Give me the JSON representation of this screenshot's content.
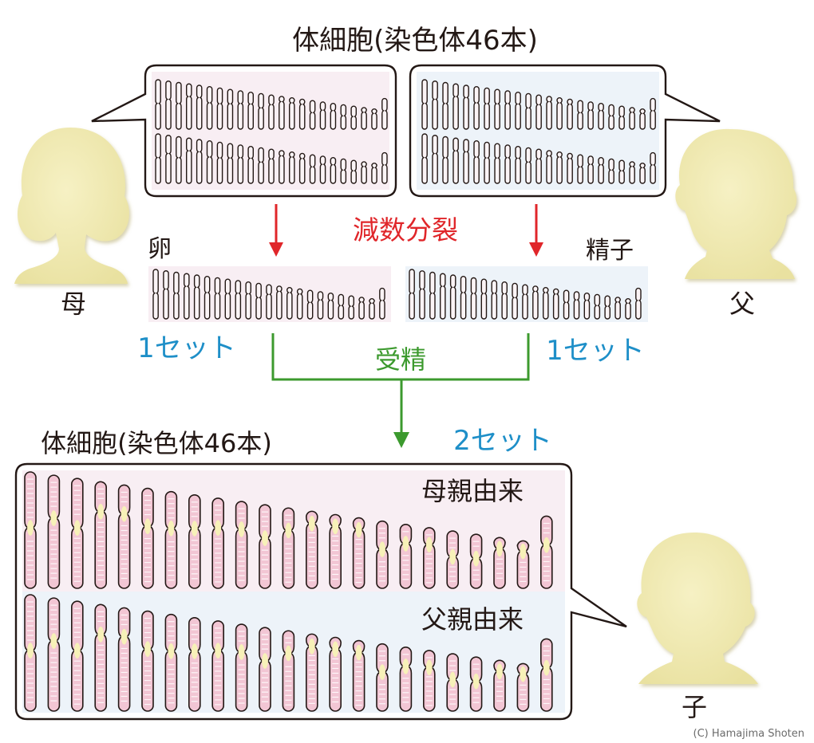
{
  "top_title": "体細胞(染色体46本)",
  "bottom_title": "体細胞(染色体46本)",
  "meiosis_label": "減数分裂",
  "egg_label": "卵",
  "sperm_label": "精子",
  "mother_label": "母",
  "father_label": "父",
  "child_label": "子",
  "set_left": "1セット",
  "set_right": "1セット",
  "set_two": "2セット",
  "fertilization_label": "受精",
  "maternal_origin": "母親由来",
  "paternal_origin": "父親由来",
  "credit": "(C) Hamajima Shoten",
  "chromosome_pairs": 23,
  "colors": {
    "arrow_red": "#e0262a",
    "green": "#3c9a2e",
    "blue": "#1e8fc8",
    "silhouette": "#f1ebb2",
    "maternal_bg": "#f8eef3",
    "paternal_bg": "#edf3f9",
    "chromosome_pink": "#f2c6d4",
    "centromere_yellow": "#f7f1b8"
  }
}
